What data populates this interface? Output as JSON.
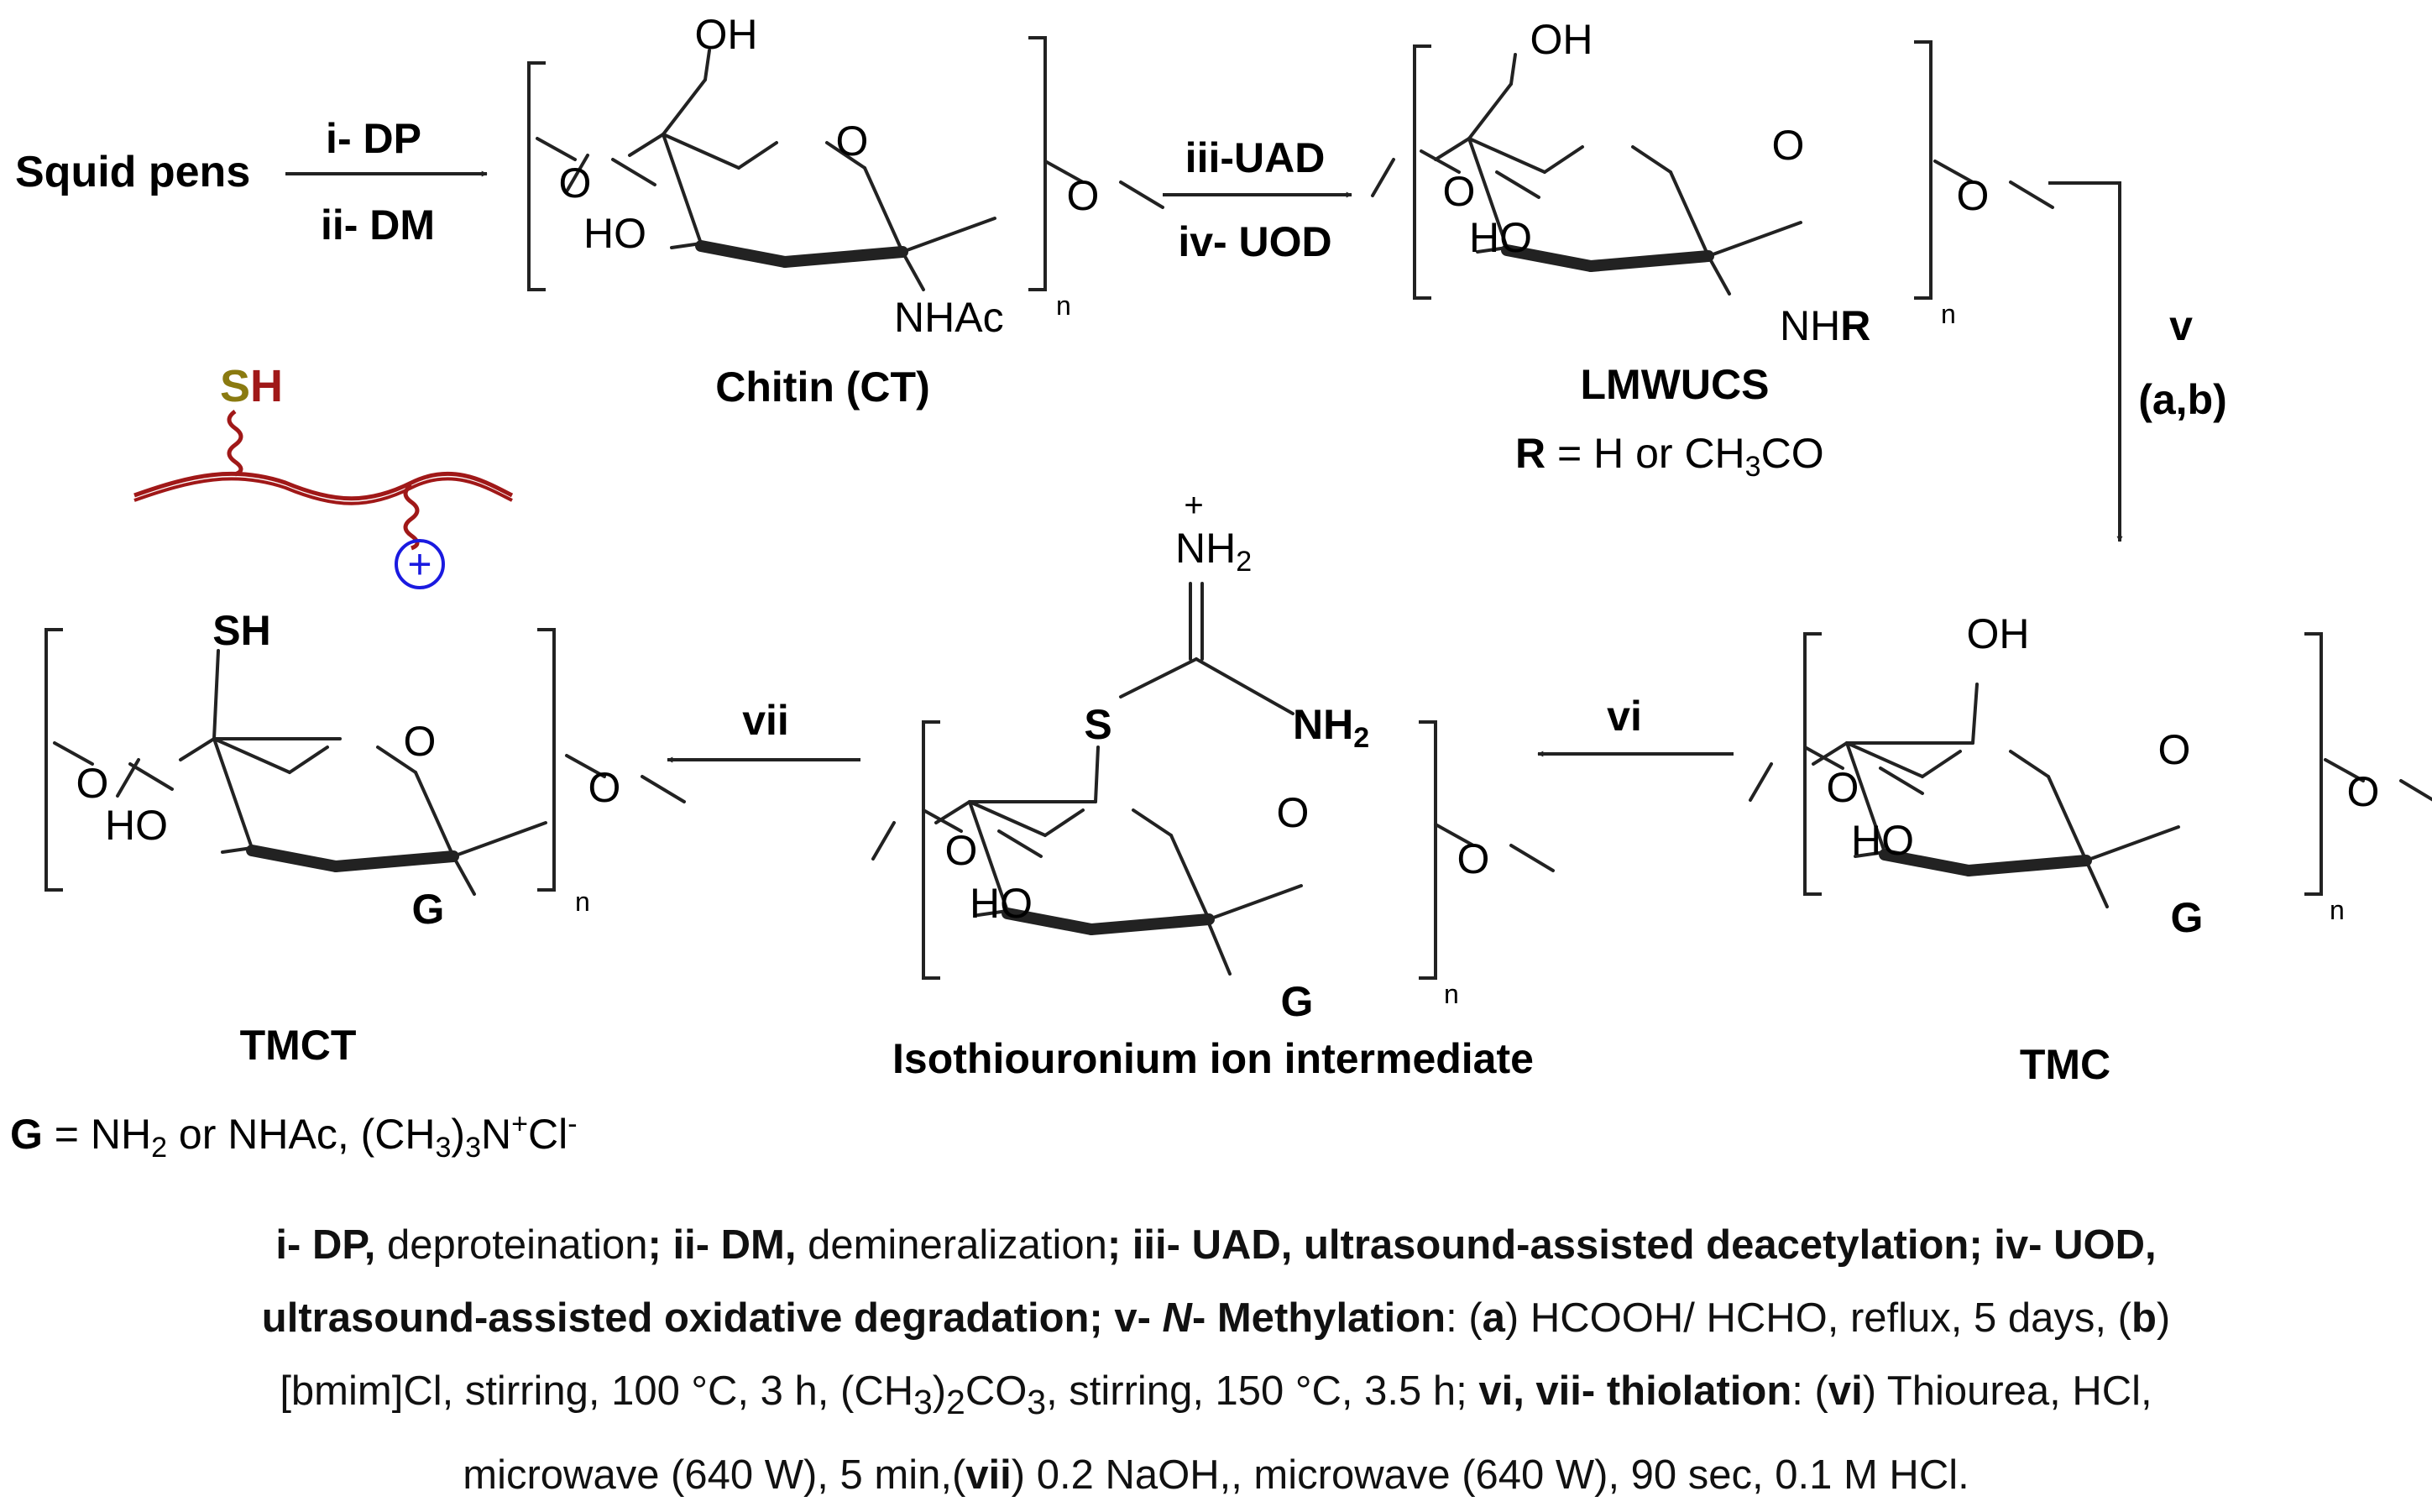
{
  "reagents": {
    "step1_top": "i- DP",
    "step1_bottom": "ii- DM",
    "step2_top": "iii-UAD",
    "step2_bottom": "iv- UOD",
    "step5_main": "v",
    "step5_sub": "(a,b)",
    "step6": "vi",
    "step7": "vii"
  },
  "compounds": {
    "start": "Squid pens",
    "chitin": "Chitin (CT)",
    "lmwucs": "LMWUCS",
    "tmc": "TMC",
    "intermediate": "Isothiouronium ion intermediate",
    "tmct": "TMCT"
  },
  "atoms": {
    "oh": "OH",
    "ho": "HO",
    "o": "O",
    "nhac": "NHAc",
    "nh": "NH",
    "r": "R",
    "n": "n",
    "g": "G",
    "sh": "SH",
    "s": "S",
    "nh2": "NH",
    "two": "2",
    "plus": "+",
    "s_letter": "S",
    "h_letter": "H"
  },
  "r_def": {
    "symbol": "R",
    "text1": " = H or CH",
    "sub": "3",
    "text2": "CO"
  },
  "g_def": {
    "symbol": "G",
    "text1": " = NH",
    "sub1": "2",
    "text2": " or NHAc, (CH",
    "sub2": "3",
    "text3": ")",
    "sub3": "3",
    "text4": "N",
    "sup1": "+",
    "text5": "Cl",
    "sup2": "-"
  },
  "legend": {
    "l1_b1": "i- DP,",
    "l1_t1": " deproteination",
    "l1_b2": "; ii- DM,",
    "l1_t2": " demineralization",
    "l1_b3": "; iii- UAD, ultrasound-assisted deacetylation; iv- UOD,",
    "l2_b1": "ultrasound-assisted oxidative degradation; v- ",
    "l2_bi": "N",
    "l2_b2": "- Methylation",
    "l2_t1": ": (",
    "l2_b3": "a",
    "l2_t2": ") HCOOH/ HCHO, reflux, 5 days, (",
    "l2_b4": "b",
    "l2_t3": ")",
    "l3_t1": "[bmim]Cl, stirring, 100 °C, 3 h, (CH",
    "l3_s1": "3",
    "l3_t2": ")",
    "l3_s2": "2",
    "l3_t3": "CO",
    "l3_s3": "3",
    "l3_t4": ", stirring, 150 °C, 3.5 h; ",
    "l3_b1": "vi, vii- thiolation",
    "l3_t5": ": (",
    "l3_b2": "vi",
    "l3_t6": ") Thiourea, HCl,",
    "l4_t1": "microwave (640 W), 5 min,(",
    "l4_b1": "vii",
    "l4_t2": ") 0.2 NaOH,, microwave (640 W), 90 sec, 0.1 M HCl."
  },
  "colors": {
    "sulfur": "#8a7a10",
    "chain": "#a01818",
    "cation": "#1a1ae0",
    "ink": "#111111"
  }
}
